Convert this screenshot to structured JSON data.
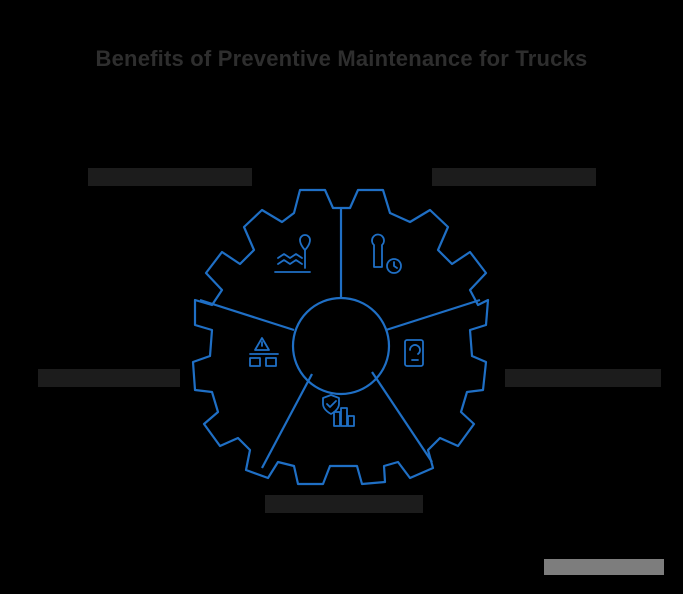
{
  "title": "Benefits of Preventive Maintenance for Trucks",
  "colors": {
    "background": "#000000",
    "gear_stroke": "#1f6fc5",
    "title_text": "#2e2e2e",
    "label_text": "#3a3a3a",
    "watermark_bg": "#7d7d7d"
  },
  "segments": [
    {
      "position": "top-left",
      "icon": "road-and-location-pin-icon",
      "label": ""
    },
    {
      "position": "top-right",
      "icon": "wrench-and-clock-icon",
      "label": ""
    },
    {
      "position": "right",
      "icon": "document-cycle-icon",
      "label": ""
    },
    {
      "position": "bottom",
      "icon": "shield-check-and-buildings-icon",
      "label": ""
    },
    {
      "position": "left",
      "icon": "warning-triangle-and-vehicles-icon",
      "label": ""
    }
  ],
  "watermark": ""
}
